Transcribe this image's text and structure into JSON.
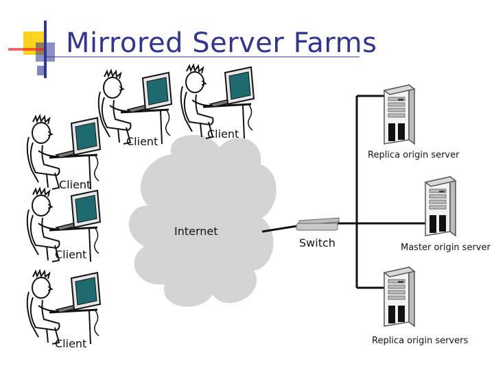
{
  "slide": {
    "title": "Mirrored Server Farms"
  },
  "diagram": {
    "client_labels": [
      "Client",
      "Client",
      "Client",
      "Client",
      "Client"
    ],
    "internet_label": "Internet",
    "switch_label": "Switch",
    "servers": [
      {
        "label": "Replica origin server"
      },
      {
        "label": "Master origin server"
      },
      {
        "label": "Replica origin servers"
      }
    ]
  },
  "colors": {
    "title": "#2f3590",
    "accent_yellow": "#ffd21f",
    "accent_blue": "#2f3590",
    "accent_red": "#e8272a",
    "cloud": "#d4d4d4",
    "monitor_screen": "#1d6b6f"
  }
}
